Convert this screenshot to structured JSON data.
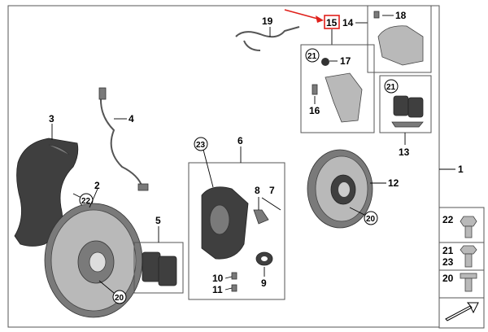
{
  "labels": {
    "p1": "1",
    "p2": "2",
    "p3": "3",
    "p4": "4",
    "p5": "5",
    "p6": "6",
    "p7": "7",
    "p8": "8",
    "p9": "9",
    "p10": "10",
    "p11": "11",
    "p12": "12",
    "p13": "13",
    "p14": "14",
    "p15": "15",
    "p16": "16",
    "p17": "17",
    "p18": "18",
    "p19": "19",
    "c20a": "20",
    "c20b": "20",
    "c21a": "21",
    "c21b": "21",
    "c22": "22",
    "c23": "23",
    "leg22": "22",
    "leg21": "21",
    "leg23": "23",
    "leg20": "20"
  },
  "colors": {
    "highlight": "#e0201b",
    "outline": "#555555",
    "part_dark": "#3f3f3f"
  },
  "icons": {
    "arrow": "red-pointer-arrow",
    "corner": "page-corner-arrow-icon"
  }
}
